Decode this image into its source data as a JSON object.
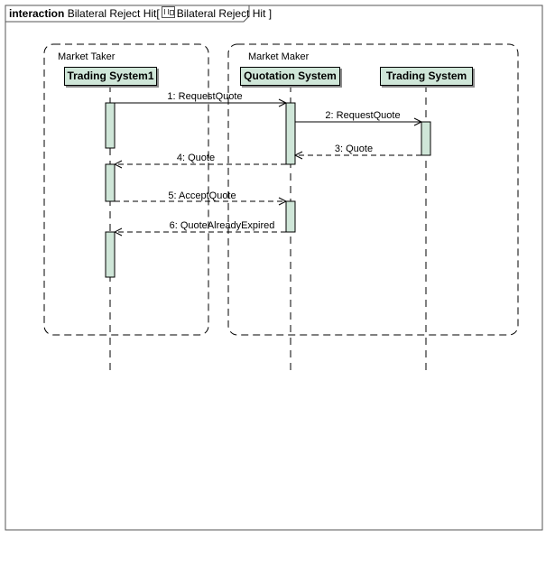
{
  "frame": {
    "keyword": "interaction",
    "name": "Bilateral Reject Hit",
    "reference": "Bilateral Reject Hit"
  },
  "partitions": [
    {
      "label": "Market Taker"
    },
    {
      "label": "Market Maker"
    }
  ],
  "lifelines": [
    {
      "name": "Trading System1"
    },
    {
      "name": "Quotation System"
    },
    {
      "name": "Trading System"
    }
  ],
  "messages": [
    {
      "label": "1: RequestQuote",
      "from": 0,
      "to": 1,
      "style": "sync"
    },
    {
      "label": "2: RequestQuote",
      "from": 1,
      "to": 2,
      "style": "sync"
    },
    {
      "label": "3: Quote",
      "from": 2,
      "to": 1,
      "style": "reply"
    },
    {
      "label": "4: Quote",
      "from": 1,
      "to": 0,
      "style": "reply"
    },
    {
      "label": "5: AcceptQuote",
      "from": 0,
      "to": 1,
      "style": "reply"
    },
    {
      "label": "6: QuoteAlreadyExpired",
      "from": 1,
      "to": 0,
      "style": "reply"
    }
  ],
  "colors": {
    "lifeline_fill": "#cfe6d8",
    "activation_fill": "#cfe6d8",
    "line": "#000000"
  }
}
